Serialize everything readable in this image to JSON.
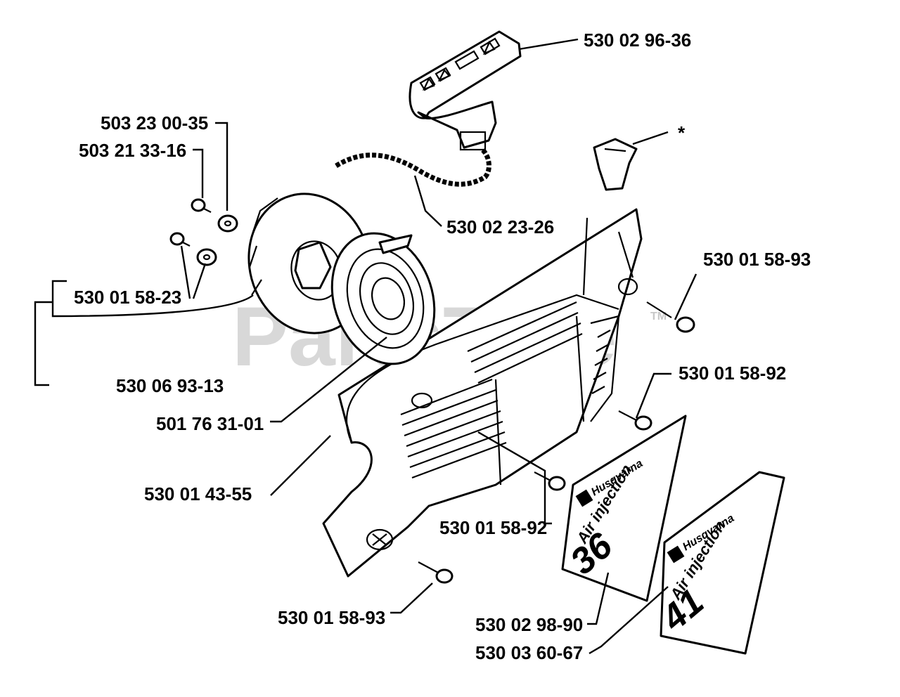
{
  "watermark": {
    "text": "PartsTree",
    "tm": "TM"
  },
  "labels": {
    "handle": "530 02 96-36",
    "washer_top": "503 23 00-35",
    "screw_top": "503 21 33-16",
    "rope": "530 02 23-26",
    "asterisk": "*",
    "screw_right_top": "530 01 58-93",
    "screw_washer_left": "530 01 58-23",
    "pulley_group": "530 06 93-13",
    "spring": "501 76 31-01",
    "screw_right_mid": "530 01 58-92",
    "housing": "530 01 43-55",
    "screw_center": "530 01 58-92",
    "screw_bottom": "530 01 58-93",
    "decal_36": "530 02 98-90",
    "decal_41": "530 03 60-67"
  },
  "decals": {
    "brand": "Husqvarna",
    "subtitle": "Air injection",
    "model_36": "36",
    "model_41": "41"
  }
}
